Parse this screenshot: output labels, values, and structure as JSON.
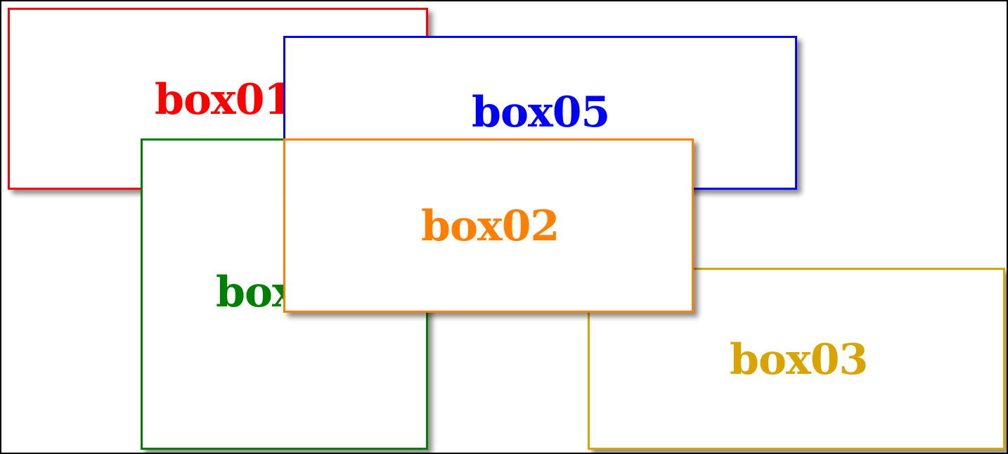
{
  "boxes": [
    {
      "id": "box01",
      "label": "box01",
      "color": "#ff0000"
    },
    {
      "id": "box02",
      "label": "box02",
      "color": "#ff8000"
    },
    {
      "id": "box03",
      "label": "box03",
      "color": "#d9a400"
    },
    {
      "id": "box04",
      "label": "box04",
      "color": "#008000"
    },
    {
      "id": "box05",
      "label": "box05",
      "color": "#0000ff"
    }
  ]
}
